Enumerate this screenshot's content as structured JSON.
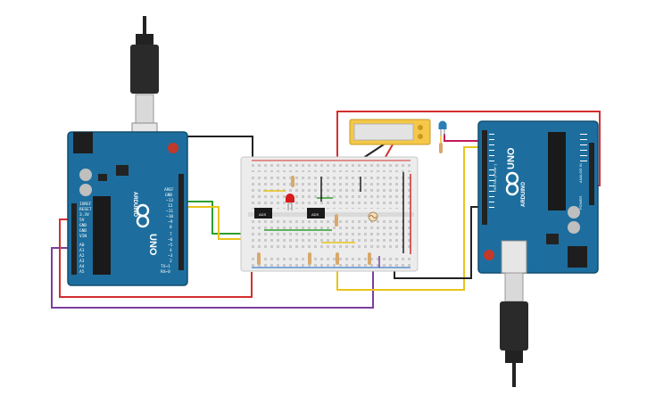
{
  "left_board": {
    "brand": "ARDUINO",
    "model": "UNO",
    "pin_aref": "AREF",
    "pin_gnd": "GND",
    "pin_13": "~13",
    "pin_12": "12",
    "pin_11": "~11",
    "pin_10": "~10",
    "pin_9": "~9",
    "pin_8": "8",
    "pin_7": "7",
    "pin_6": "~6",
    "pin_5": "~5",
    "pin_4": "4",
    "pin_3": "~3",
    "pin_2": "2",
    "pin_tx": "TX→1",
    "pin_rx": "RX←0",
    "power_ioref": "IOREF",
    "power_reset": "RESET",
    "power_3v3": "3.3V",
    "power_5v": "5V",
    "power_gnd1": "GND",
    "power_gnd2": "GND",
    "power_vin": "VIN",
    "analog_a0": "A0",
    "analog_a1": "A1",
    "analog_a2": "A2",
    "analog_a3": "A3",
    "analog_a4": "A4",
    "analog_a5": "A5"
  },
  "right_board": {
    "brand": "ARDUINO",
    "model": "UNO",
    "digital_label": "DIGITAL (PWM~)",
    "analog_label": "ANALOG IN",
    "power_label": "POWER"
  },
  "breadboard": {
    "chip_1_label": "ADS",
    "chip_2_label": "ADS"
  },
  "lcd": {
    "text": ""
  },
  "colors": {
    "board": "#1d6e9e",
    "wire_red": "#d32f2f",
    "wire_green": "#2e9e2e",
    "wire_yellow": "#e8c41a",
    "wire_purple": "#7b3fa0",
    "wire_black": "#222222",
    "lcd_frame": "#f5c84a",
    "led_red": "#d81b1b",
    "led_blue": "#2a7fb8"
  }
}
